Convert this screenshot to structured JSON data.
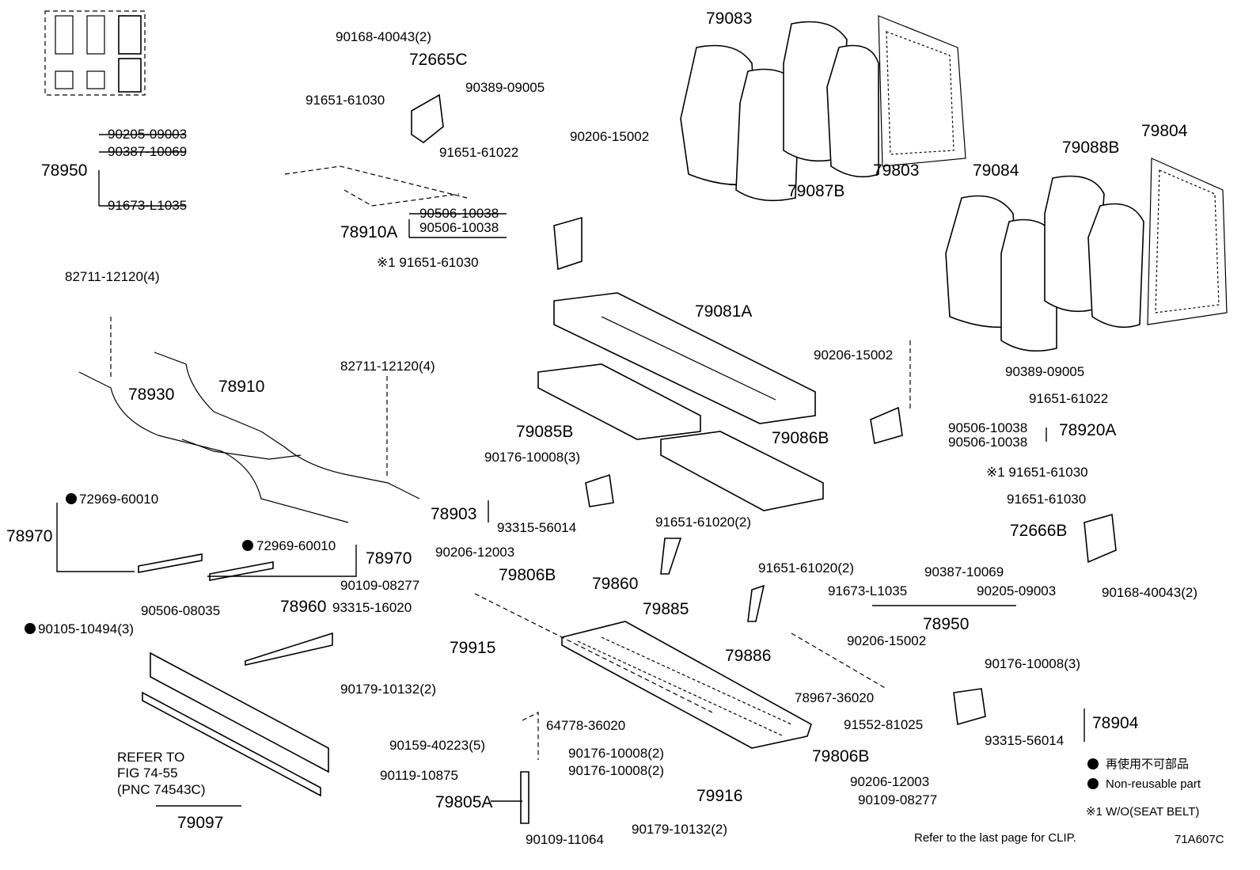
{
  "parts": {
    "p90168_top": "90168-40043(2)",
    "p72665c": "72665C",
    "p90389_top": "90389-09005",
    "p91651_61030_top": "91651-61030",
    "p90205_left": "90205-09003",
    "p90387_left": "90387-10069",
    "p78950_left": "78950",
    "p91673_left": "91673-L1035",
    "p91651_61022_top": "91651-61022",
    "p90206_15002_top": "90206-15002",
    "p90506_a": "90506-10038",
    "p90506_b": "90506-10038",
    "p78910a": "78910A",
    "p91651_61030_star": "※1 91651-61030",
    "p79083": "79083",
    "p79087b": "79087B",
    "p79803": "79803",
    "p79084": "79084",
    "p79088b": "79088B",
    "p79804": "79804",
    "p82711_left": "82711-12120(4)",
    "p78930": "78930",
    "p78910": "78910",
    "p82711_mid": "82711-12120(4)",
    "p79081a": "79081A",
    "p79085b": "79085B",
    "p79086b": "79086B",
    "p90206_15002_r": "90206-15002",
    "p90389_r": "90389-09005",
    "p91651_61022_r": "91651-61022",
    "p90506_r1": "90506-10038",
    "p90506_r2": "90506-10038",
    "p78920a": "78920A",
    "p91651_61030_r_star": "※1 91651-61030",
    "p91651_61030_r": "91651-61030",
    "p72966b": "72666B",
    "p90168_r": "90168-40043(2)",
    "p90387_r": "90387-10069",
    "p91673_r": "91673-L1035",
    "p90205_r": "90205-09003",
    "p78950_r": "78950",
    "p72969_a": "72969-60010",
    "p78970_left": "78970",
    "p72969_b": "72969-60010",
    "p78970_right": "78970",
    "p90176_10008_mid": "90176-10008(3)",
    "p78903": "78903",
    "p93315_56014_mid": "93315-56014",
    "p91651_61020_a": "91651-61020(2)",
    "p91651_61020_b": "91651-61020(2)",
    "p90206_12003_l": "90206-12003",
    "p90109_08277_l": "90109-08277",
    "p79806b_top": "79806B",
    "p79860": "79860",
    "p79885": "79885",
    "p79886": "79886",
    "p90506_08035": "90506-08035",
    "p78960": "78960",
    "p93315_16020": "93315-16020",
    "p90105": "90105-10494(3)",
    "p79915": "79915",
    "p90179_a": "90179-10132(2)",
    "p90206_15002_b": "90206-15002",
    "p78967": "78967-36020",
    "p91552": "91552-81025",
    "p90176_10008_r": "90176-10008(3)",
    "p78904": "78904",
    "p93315_56014_r": "93315-56014",
    "p64778": "64778-36020",
    "p90159": "90159-40223(5)",
    "p90176_10008_c1": "90176-10008(2)",
    "p90176_10008_c2": "90176-10008(2)",
    "p79806b_bot": "79806B",
    "p90119": "90119-10875",
    "p90206_12003_b": "90206-12003",
    "p79916": "79916",
    "p90109_08277_b": "90109-08277",
    "p79805a": "79805A",
    "p90109_11064": "90109-11064",
    "p90179_b": "90179-10132(2)",
    "p79097": "79097",
    "refer1": "REFER TO",
    "refer2": "FIG 74-55",
    "refer3": "(PNC 74543C)"
  },
  "legend": {
    "jp": "再使用不可部品",
    "en": "Non-reusable part",
    "note": "※1 W/O(SEAT BELT)"
  },
  "footer": {
    "clip_note": "Refer to the last page for CLIP.",
    "code": "71A607C"
  }
}
